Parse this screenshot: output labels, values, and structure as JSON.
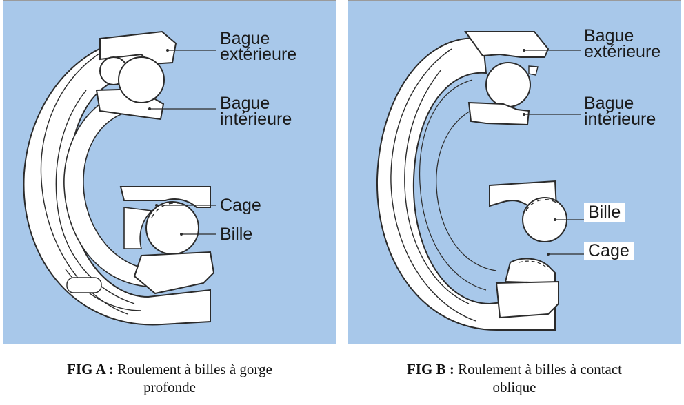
{
  "colors": {
    "background": "#a8c8ea",
    "outline": "#2b2b2b",
    "metal": "#ffffff"
  },
  "fig_a": {
    "labels": {
      "outer_ring": [
        "Bague",
        "extérieure"
      ],
      "inner_ring": [
        "Bague",
        "intérieure"
      ],
      "cage": "Cage",
      "ball": "Bille"
    },
    "caption_lead": "FIG A :",
    "caption_text": "Roulement à billes à gorge",
    "caption_line2": "profonde"
  },
  "fig_b": {
    "labels": {
      "outer_ring": [
        "Bague",
        "extérieure"
      ],
      "inner_ring": [
        "Bague",
        "intérieure"
      ],
      "ball": "Bille",
      "cage": "Cage"
    },
    "caption_lead": "FIG B :",
    "caption_text": "Roulement à billes à contact",
    "caption_line2": "oblique"
  }
}
